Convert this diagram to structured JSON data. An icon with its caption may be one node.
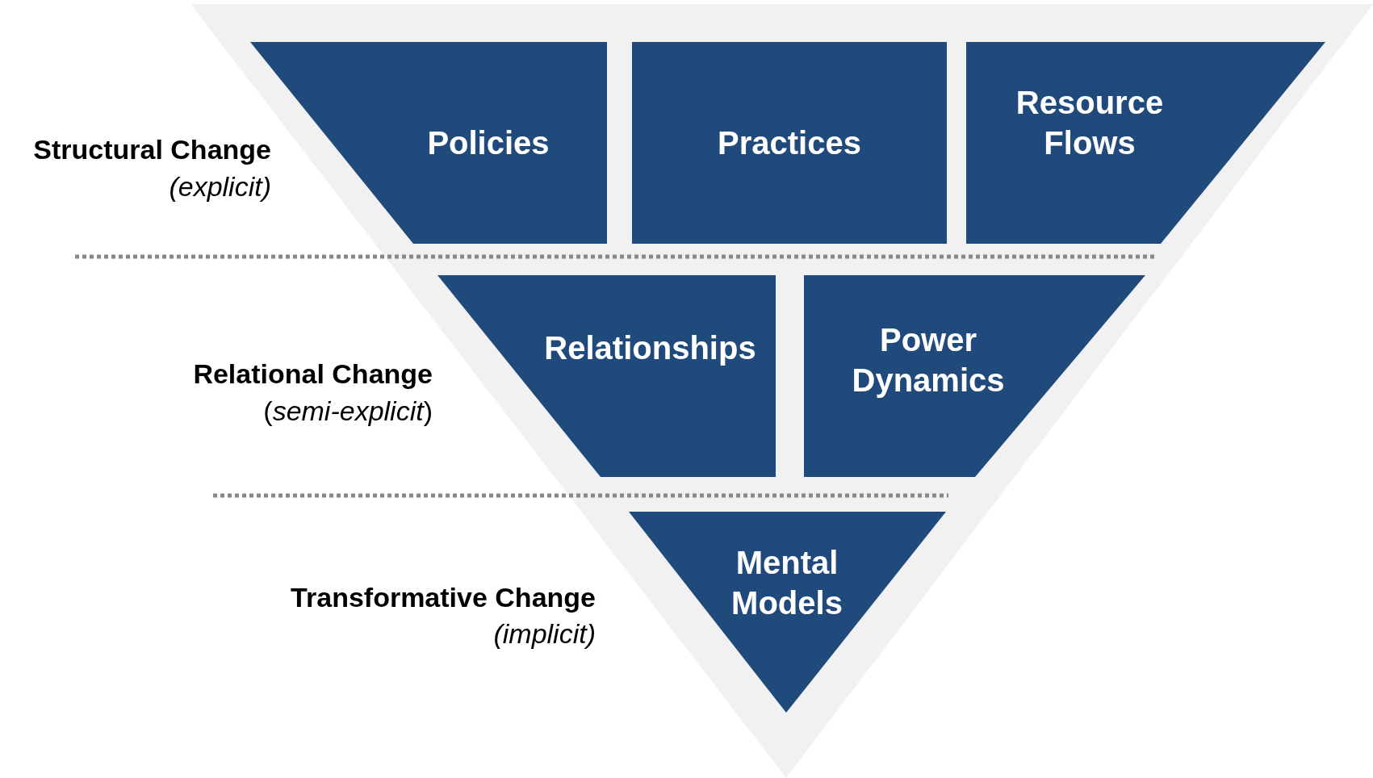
{
  "diagram": {
    "nodes": [
      {
        "text": [
          "Policies"
        ]
      },
      {
        "text": [
          "Practices"
        ]
      },
      {
        "text": [
          "Resource Flows"
        ]
      },
      {
        "text": [
          "Relationships"
        ]
      },
      {
        "text": [
          "Power Dynamics"
        ]
      },
      {
        "text": [
          "Mental Models"
        ]
      }
    ],
    "edges": [],
    "labels": [
      "Structural Change",
      "(explicit)",
      "Relational Change",
      "(*semi-explicit*)",
      "Transformative Change",
      "(implicit)"
    ]
  }
}
